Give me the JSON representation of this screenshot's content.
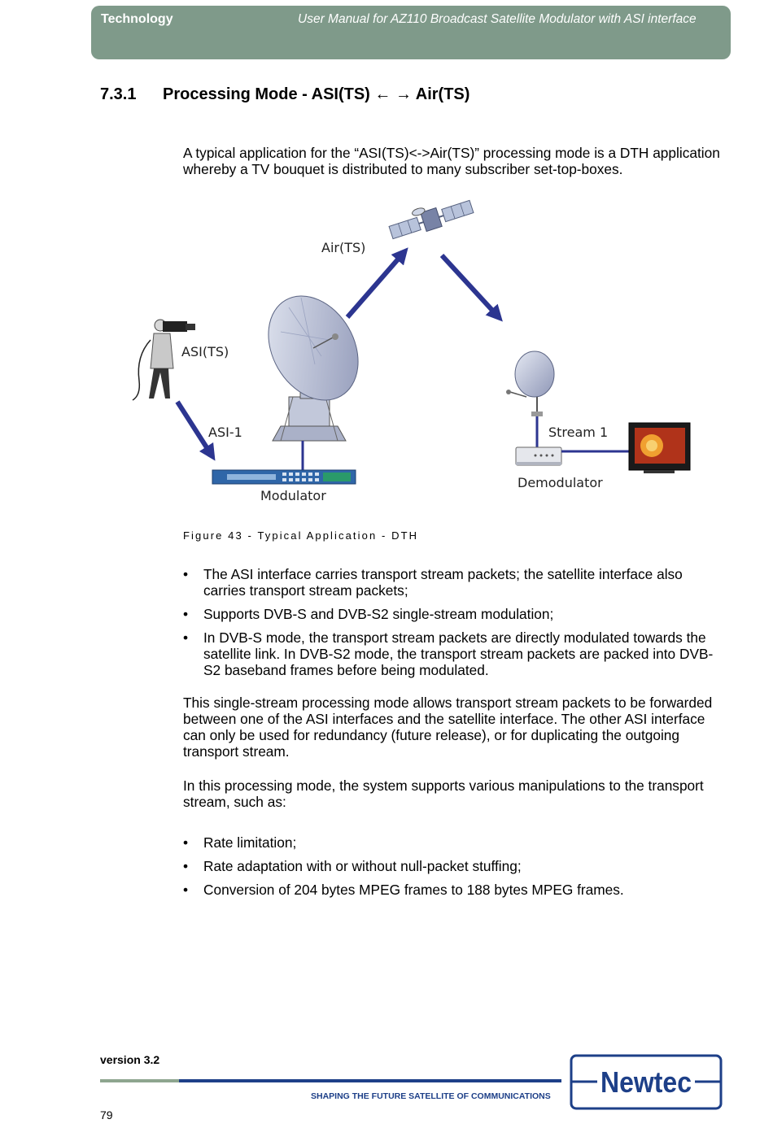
{
  "header": {
    "left": "Technology",
    "right": "User Manual for AZ110 Broadcast Satellite Modulator with ASI interface",
    "band_color": "#7f9a8a"
  },
  "section": {
    "number": "7.3.1",
    "title": "Processing Mode - ASI(TS) ← → Air(TS)"
  },
  "intro": {
    "paragraph": "A typical application for the “ASI(TS)<->Air(TS)” processing mode is a DTH application whereby a TV bouquet is distributed to many subscriber set-top-boxes."
  },
  "figure": {
    "labels": {
      "air": "Air(TS)",
      "asi": "ASI(TS)",
      "asi1": "ASI-1",
      "modulator": "Modulator",
      "stream1": "Stream 1",
      "demodulator": "Demodulator"
    },
    "icons": [
      "satellite-icon",
      "camera-operator-icon",
      "uplink-dish-icon",
      "modulator-device-icon",
      "receive-dish-icon",
      "demodulator-box-icon",
      "television-icon"
    ],
    "arrow_color": "#2c3590",
    "caption": "Figure 43 - Typical Application - DTH"
  },
  "bullets1": [
    "The ASI interface carries transport stream packets; the satellite interface also carries transport stream packets;",
    "Supports DVB-S and DVB-S2 single-stream modulation;",
    "In DVB-S mode, the transport stream packets are directly modulated towards the satellite link. In DVB-S2 mode, the transport stream packets are packed into DVB-S2 baseband frames before being modulated."
  ],
  "paragraphs": [
    "This single-stream processing mode allows transport stream packets to be forwarded between one of the ASI interfaces and the satellite interface. The other ASI interface can only be used for redundancy (future release), or for duplicating the outgoing transport stream.",
    "In this processing mode, the system supports various manipulations to the transport stream, such as:"
  ],
  "bullets2": [
    "Rate limitation;",
    "Rate adaptation with or without null-packet stuffing;",
    "Conversion of 204 bytes MPEG frames to 188 bytes MPEG frames."
  ],
  "bullet_symbol": "•",
  "footer": {
    "version": "version 3.2",
    "tagline": "SHAPING THE FUTURE SATELLITE OF COMMUNICATIONS",
    "page_number": "79",
    "logo_text": "Newtec",
    "brand_color": "#1d3f88"
  }
}
